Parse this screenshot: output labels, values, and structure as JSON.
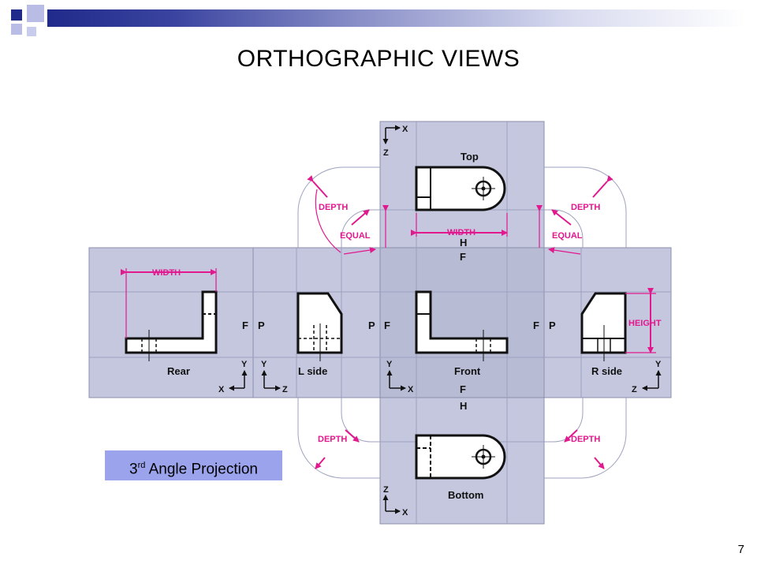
{
  "slide": {
    "title": "ORTHOGRAPHIC VIEWS",
    "page_number": "7",
    "caption_number": "3",
    "caption_superscript": "rd",
    "caption_text": " Angle Projection"
  },
  "views": {
    "top": "Top",
    "bottom": "Bottom",
    "front": "Front",
    "rear": "Rear",
    "left_side": "L side",
    "right_side": "R side"
  },
  "dimensions": {
    "depth": "DEPTH",
    "equal": "EQUAL",
    "width": "WIDTH",
    "height": "HEIGHT"
  },
  "fold_letters": {
    "h": "H",
    "f": "F",
    "p": "P"
  },
  "axes": {
    "x": "X",
    "y": "Y",
    "z": "Z"
  },
  "colors": {
    "header_dark": "#1f2a8a",
    "panel": "#c4c7dd",
    "dimension": "#e2188f",
    "caption_bg": "#9aa3ec"
  }
}
